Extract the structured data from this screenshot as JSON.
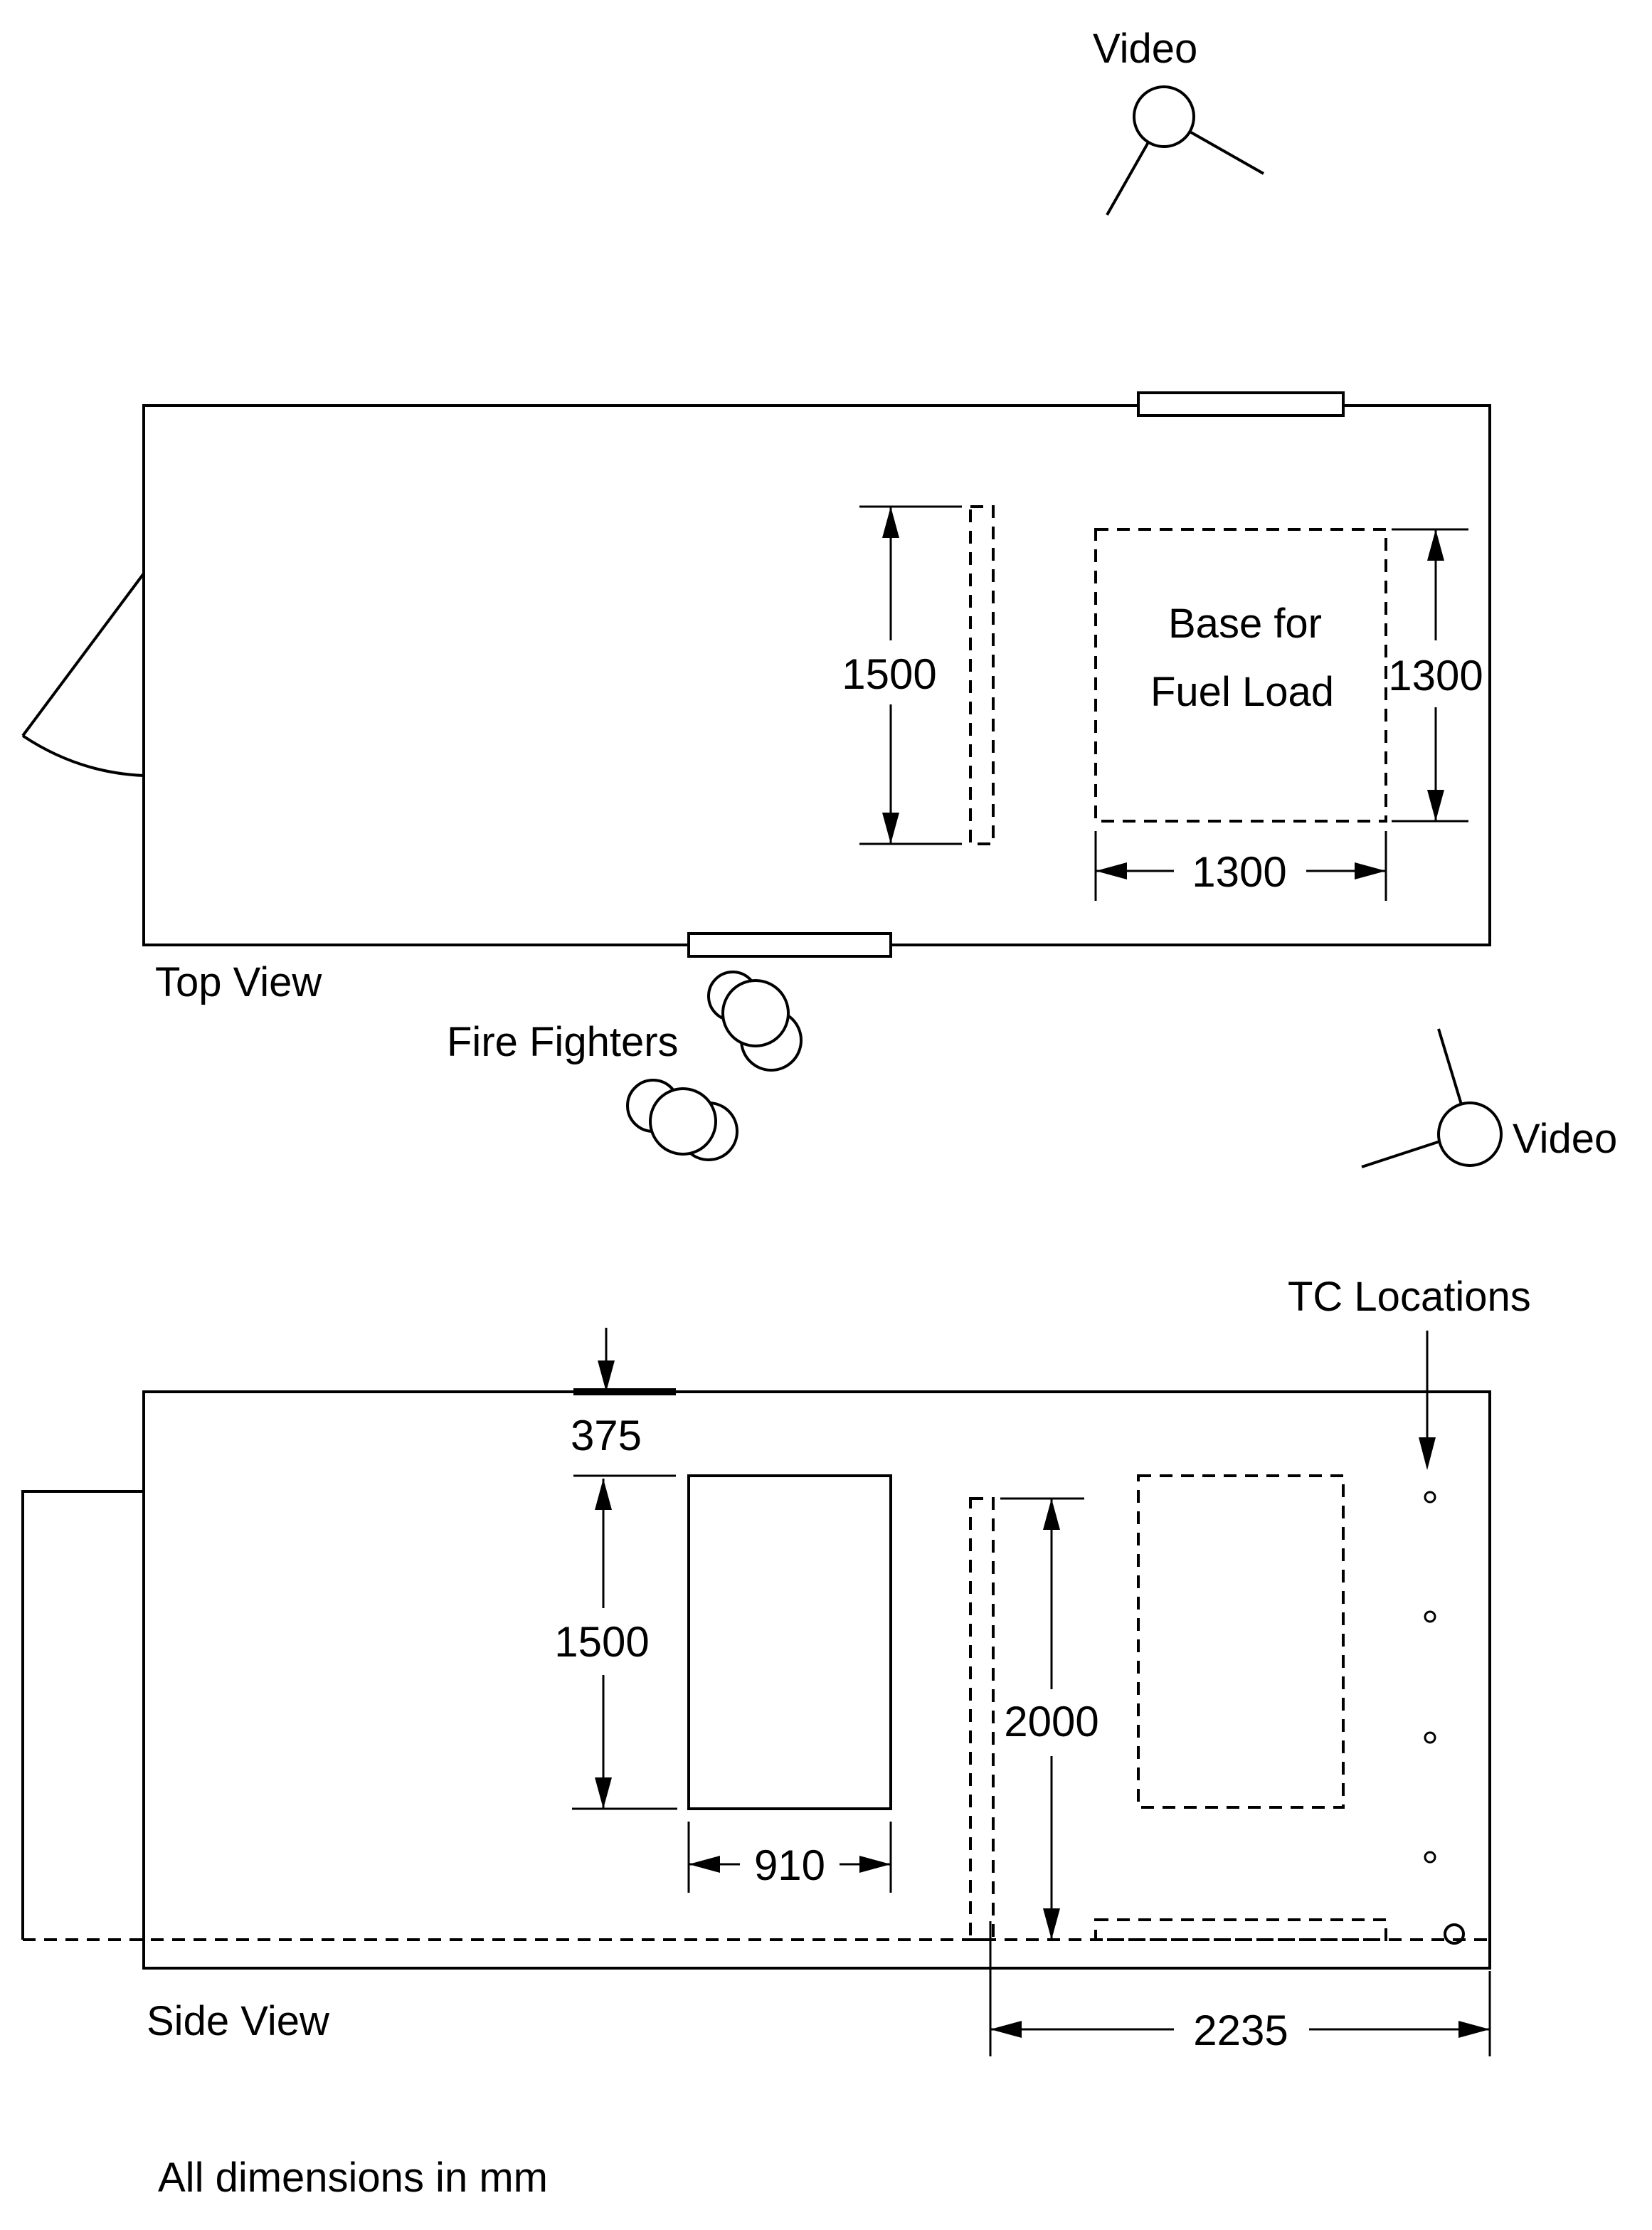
{
  "labels": {
    "video_top": "Video",
    "video_right": "Video",
    "top_view": "Top View",
    "fire_fighters": "Fire Fighters",
    "base_line1": "Base for",
    "base_line2": "Fuel Load",
    "tc_locations": "TC Locations",
    "side_view": "Side View",
    "footnote": "All dimensions in mm"
  },
  "dimensions": {
    "top_partition_height": "1500",
    "top_base_height": "1300",
    "top_base_width": "1300",
    "side_offset": "375",
    "side_opening_height": "1500",
    "side_opening_width": "910",
    "side_partition_height": "2000",
    "side_rear_length": "2235"
  }
}
